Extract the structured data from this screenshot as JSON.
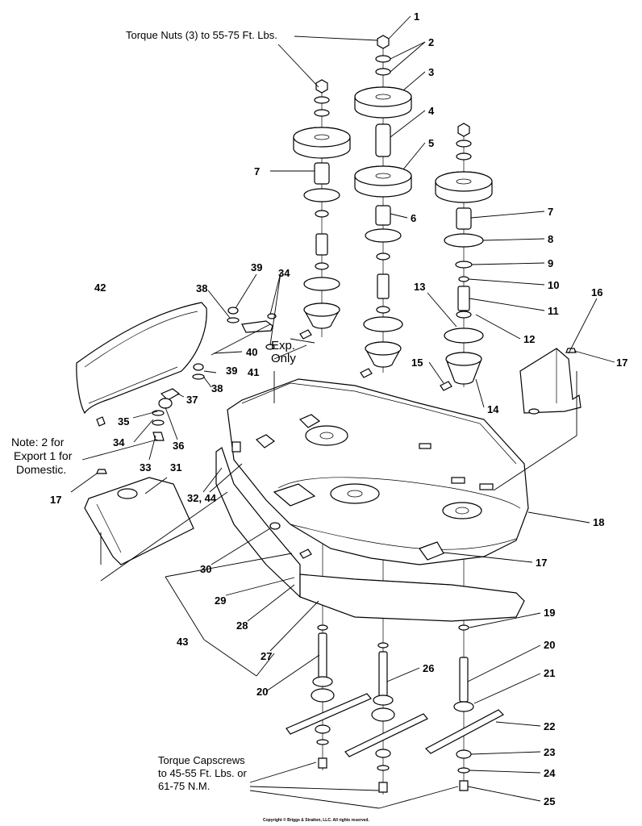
{
  "callouts": [
    {
      "id": "c1",
      "label": "1"
    },
    {
      "id": "c2",
      "label": "2"
    },
    {
      "id": "c3",
      "label": "3"
    },
    {
      "id": "c4",
      "label": "4"
    },
    {
      "id": "c5",
      "label": "5"
    },
    {
      "id": "c6",
      "label": "6"
    },
    {
      "id": "c7a",
      "label": "7"
    },
    {
      "id": "c7b",
      "label": "7"
    },
    {
      "id": "c8",
      "label": "8"
    },
    {
      "id": "c9",
      "label": "9"
    },
    {
      "id": "c10",
      "label": "10"
    },
    {
      "id": "c11",
      "label": "11"
    },
    {
      "id": "c12",
      "label": "12"
    },
    {
      "id": "c13",
      "label": "13"
    },
    {
      "id": "c14",
      "label": "14"
    },
    {
      "id": "c15",
      "label": "15"
    },
    {
      "id": "c16",
      "label": "16"
    },
    {
      "id": "c17a",
      "label": "17"
    },
    {
      "id": "c17b",
      "label": "17"
    },
    {
      "id": "c17c",
      "label": "17"
    },
    {
      "id": "c18",
      "label": "18"
    },
    {
      "id": "c19",
      "label": "19"
    },
    {
      "id": "c20a",
      "label": "20"
    },
    {
      "id": "c20b",
      "label": "20"
    },
    {
      "id": "c21",
      "label": "21"
    },
    {
      "id": "c22",
      "label": "22"
    },
    {
      "id": "c23",
      "label": "23"
    },
    {
      "id": "c24",
      "label": "24"
    },
    {
      "id": "c25",
      "label": "25"
    },
    {
      "id": "c26",
      "label": "26"
    },
    {
      "id": "c27",
      "label": "27"
    },
    {
      "id": "c28",
      "label": "28"
    },
    {
      "id": "c29",
      "label": "29"
    },
    {
      "id": "c30",
      "label": "30"
    },
    {
      "id": "c31",
      "label": "31"
    },
    {
      "id": "c32",
      "label": "32, 44"
    },
    {
      "id": "c33",
      "label": "33"
    },
    {
      "id": "c34a",
      "label": "34"
    },
    {
      "id": "c34b",
      "label": "34"
    },
    {
      "id": "c35",
      "label": "35"
    },
    {
      "id": "c36",
      "label": "36"
    },
    {
      "id": "c37",
      "label": "37"
    },
    {
      "id": "c38a",
      "label": "38"
    },
    {
      "id": "c38b",
      "label": "38"
    },
    {
      "id": "c39a",
      "label": "39"
    },
    {
      "id": "c39b",
      "label": "39"
    },
    {
      "id": "c40",
      "label": "40"
    },
    {
      "id": "c41",
      "label": "41"
    },
    {
      "id": "c42",
      "label": "42"
    },
    {
      "id": "c43",
      "label": "43"
    }
  ],
  "notes": {
    "torque_nuts": "Torque Nuts (3) to 55-75 Ft. Lbs.",
    "exp_line1": "Exp.",
    "exp_line2": "Only",
    "export_line1": "Note: 2 for",
    "export_line2": "Export 1 for",
    "export_line3": "Domestic.",
    "capscrews_line1": "Torque Capscrews",
    "capscrews_line2": "to 45-55 Ft. Lbs. or",
    "capscrews_line3": "61-75 N.M."
  },
  "copyright": "Copyright © Briggs & Stratton, LLC. All rights reserved."
}
